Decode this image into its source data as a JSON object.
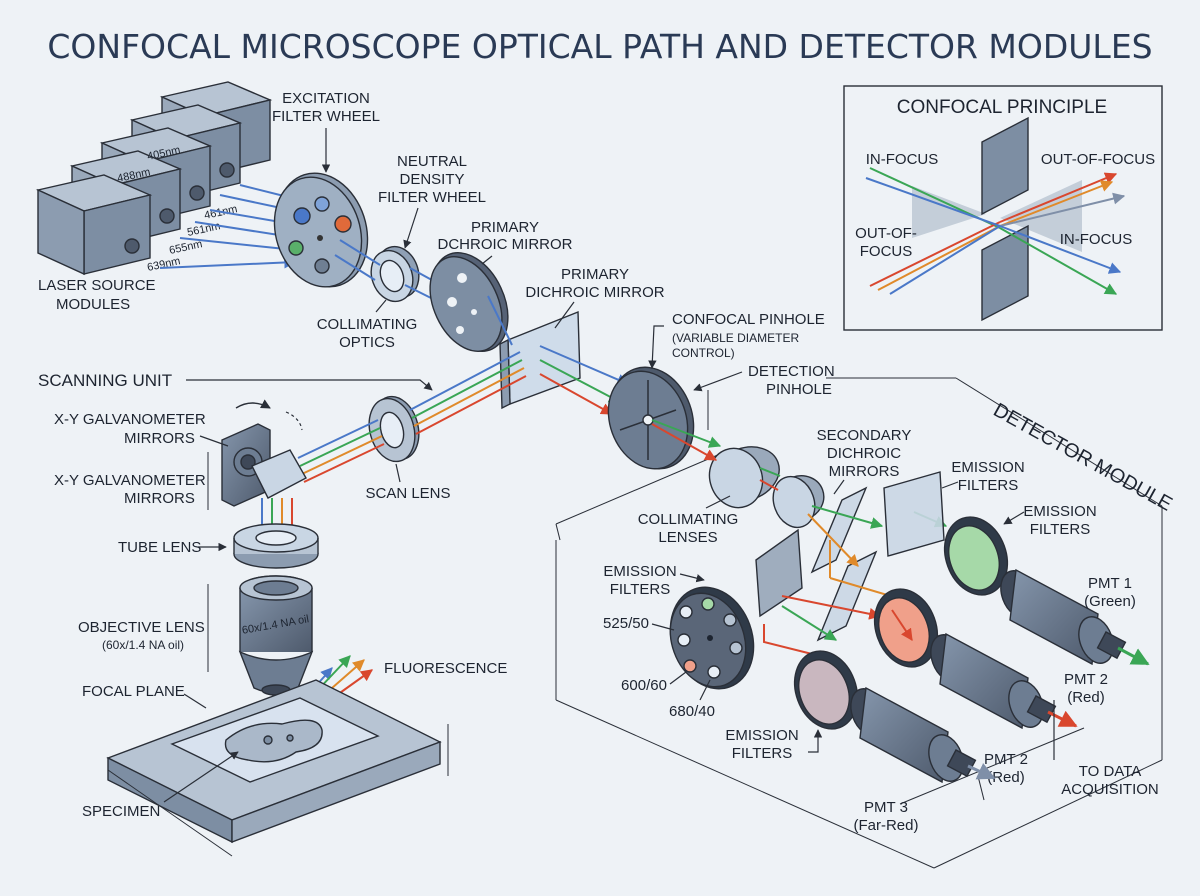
{
  "title": "CONFOCAL MICROSCOPE OPTICAL PATH AND DETECTOR MODULES",
  "colors": {
    "background": "#eef2f6",
    "steel_light": "#aab8c9",
    "steel_mid": "#7f91a8",
    "steel_dark": "#566276",
    "beam_blue": "#4a78c8",
    "beam_green": "#3aa655",
    "beam_orange": "#e08a2a",
    "beam_red": "#d9472e",
    "beam_gray": "#7f8fa8"
  },
  "lasers": {
    "module_label_line1": "LASER SOURCE",
    "module_label_line2": "MODULES",
    "wavelengths": [
      "405nm",
      "488nm",
      "461nm",
      "561nm",
      "655nm",
      "639nm"
    ]
  },
  "labels": {
    "excitation_filter_wheel": [
      "EXCITATION",
      "FILTER WHEEL"
    ],
    "nd_filter_wheel": [
      "NEUTRAL",
      "DENSITY",
      "FILTER WHEEL"
    ],
    "primary_dichroic_1": [
      "PRIMARY",
      "DCHROIC MIRROR"
    ],
    "primary_dichroic_2": [
      "PRIMARY",
      "DICHROIC MIRROR"
    ],
    "collimating_optics": [
      "COLLIMATING",
      "OPTICS"
    ],
    "confocal_pinhole": [
      "CONFOCAL PINHOLE",
      "(VARIABLE DIAMETER",
      "CONTROL)"
    ],
    "detection_pinhole": [
      "DETECTION",
      "PINHOLE"
    ],
    "scanning_unit": "SCANNING UNIT",
    "galvo_1": [
      "X-Y GALVANOMETER",
      "MIRRORS"
    ],
    "galvo_2": [
      "X-Y GALVANOMETER",
      "MIRRORS"
    ],
    "scan_lens": "SCAN LENS",
    "tube_lens": "TUBE LENS",
    "objective_lens": [
      "OBJECTIVE LENS",
      "(60x/1.4 NA oil)"
    ],
    "objective_marking": "60x/1.4 NA oil",
    "fluorescence": "FLUORESCENCE",
    "focal_plane": "FOCAL PLANE",
    "specimen": "SPECIMEN",
    "collimating_lenses": [
      "COLLIMATING",
      "LENSES"
    ],
    "secondary_dichroic": [
      "SECONDARY",
      "DICHROIC",
      "MIRRORS"
    ],
    "emission_filters_top": [
      "EMISSION",
      "FILTERS"
    ],
    "emission_filters_right": [
      "EMISSION",
      "FILTERS"
    ],
    "emission_filters_wheel": [
      "EMISSION",
      "FILTERS"
    ],
    "emission_filters_bottom": [
      "EMISSION",
      "FILTERS"
    ],
    "filter_525": "525/50",
    "filter_600": "600/60",
    "filter_680": "680/40",
    "pmt1": [
      "PMT 1",
      "(Green)"
    ],
    "pmt2a": [
      "PMT 2",
      "(Red)"
    ],
    "pmt2b": [
      "PMT 2",
      "(Red)"
    ],
    "pmt3": [
      "PMT 3",
      "(Far-Red)"
    ],
    "to_data": [
      "TO DATA",
      "ACQUISITION"
    ],
    "detector_module": "DETECTOR MODULE"
  },
  "inset": {
    "title": "CONFOCAL PRINCIPLE",
    "in_focus_left": "IN-FOCUS",
    "out_of_focus_right": "OUT-OF-FOCUS",
    "out_of_focus_left": [
      "OUT-OF-",
      "FOCUS"
    ],
    "in_focus_right": "IN-FOCUS"
  }
}
